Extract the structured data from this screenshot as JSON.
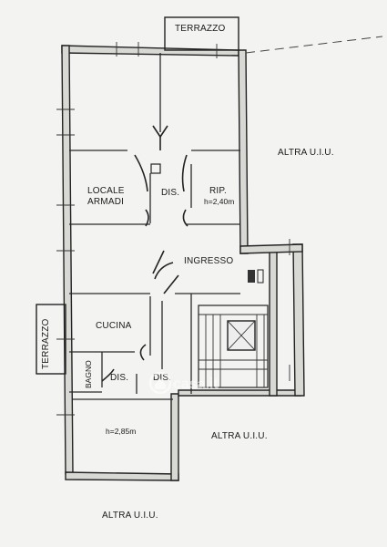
{
  "rooms": {
    "locale_line1": "LOCALE",
    "locale_line2": "ARMADI",
    "dis_top": "DIS.",
    "rip": "RIP.",
    "rip_height": "h=2,40m",
    "ingresso": "INGRESSO",
    "cucina": "CUCINA",
    "bagno": "BAGNO",
    "dis_left": "DIS.",
    "dis_right": "DIS.",
    "bottom_height": "h=2,85m"
  },
  "outside": {
    "terrazzo_top": "TERRAZZO",
    "terrazzo_left": "TERRAZZO",
    "altra_right": "ALTRA U.I.U.",
    "altra_middle": "ALTRA U.I.U.",
    "altra_bottom": "ALTRA U.I.U."
  },
  "watermark": "casa.it",
  "icons": {
    "watermark_logo": "house-logo-icon",
    "stair": "staircase-icon",
    "lift": "elevator-icon"
  }
}
